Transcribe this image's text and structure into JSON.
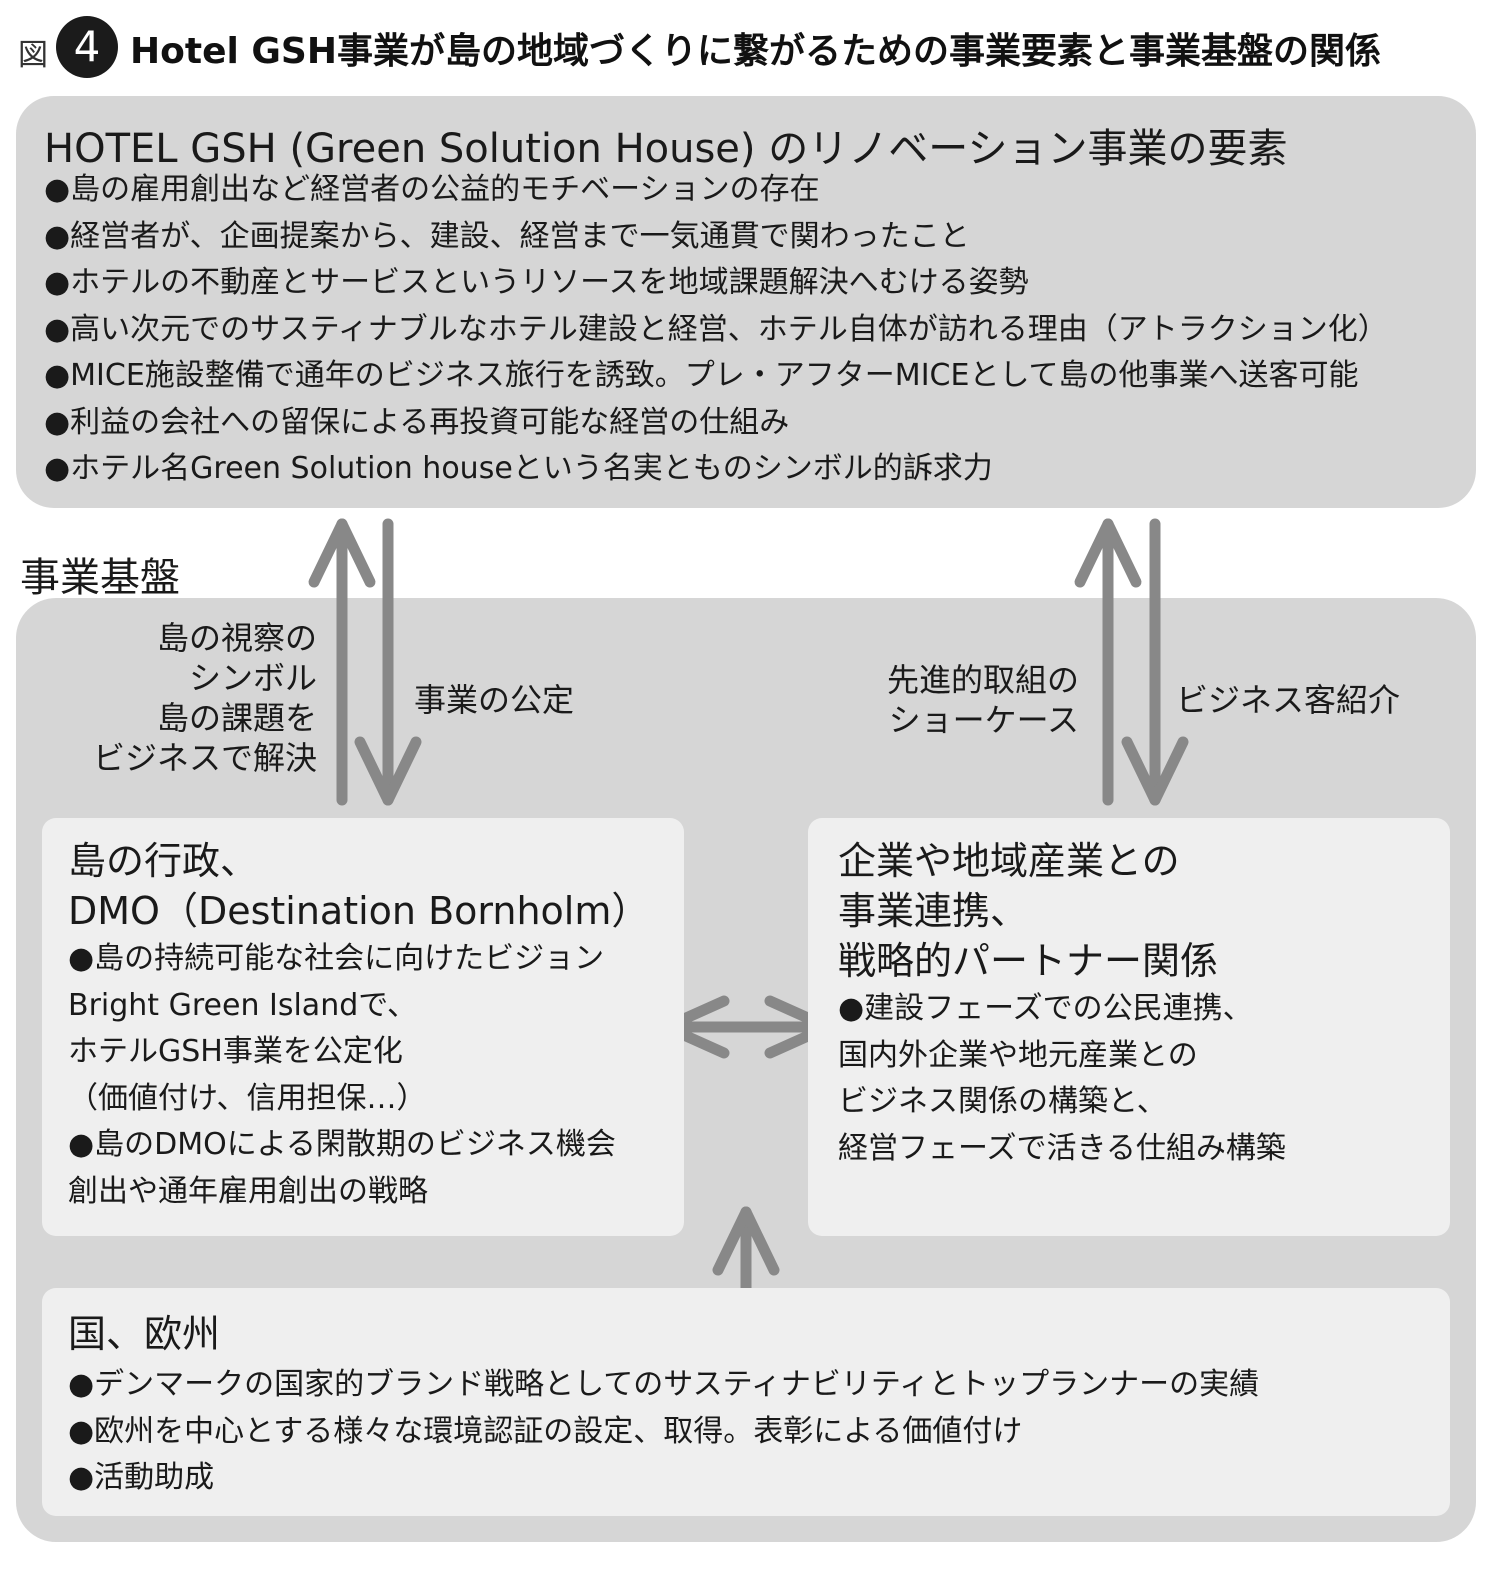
{
  "figure": {
    "label": "図",
    "number": "4",
    "title": "Hotel GSH事業が島の地域づくりに繋がるための事業要素と事業基盤の関係"
  },
  "renovation": {
    "heading": "HOTEL GSH (Green Solution House) のリノベーション事業の要素",
    "items": [
      "●島の雇用創出など経営者の公益的モチベーションの存在",
      "●経営者が、企画提案から、建設、経営まで一気通貫で関わったこと",
      "●ホテルの不動産とサービスというリソースを地域課題解決へむける姿勢",
      "●高い次元でのサスティナブルなホテル建設と経営、ホテル自体が訪れる理由（アトラクション化）",
      "●MICE施設整備で通年のビジネス旅行を誘致。プレ・アフターMICEとして島の他事業へ送客可能",
      "●利益の会社への留保による再投資可能な経営の仕組み",
      "●ホテル名Green Solution houseという名実とものシンボル的訴求力"
    ]
  },
  "foundation": {
    "label": "事業基盤",
    "local_gov": {
      "title": [
        "島の行政、",
        "DMO（Destination Bornholm）"
      ],
      "lines": [
        "●島の持続可能な社会に向けたビジョン",
        "Bright Green Islandで、",
        "ホテルGSH事業を公定化",
        "（価値付け、信用担保…）",
        "●島のDMOによる閑散期のビジネス機会",
        "創出や通年雇用創出の戦略"
      ]
    },
    "business": {
      "title": [
        "企業や地域産業との",
        "事業連携、",
        "戦略的パートナー関係"
      ],
      "lines": [
        "●建設フェーズでの公民連携、",
        "国内外企業や地元産業との",
        "ビジネス関係の構築と、",
        "経営フェーズで活きる仕組み構築"
      ]
    },
    "nation": {
      "title": "国、欧州",
      "lines": [
        "●デンマークの国家的ブランド戦略としてのサスティナビリティとトップランナーの実績",
        "●欧州を中心とする様々な環境認証の設定、取得。表彰による価値付け",
        "●活動助成"
      ]
    }
  },
  "flows": {
    "left_up": [
      "島の視察の",
      "シンボル",
      "島の課題を",
      "ビジネスで解決"
    ],
    "left_down": "事業の公定",
    "right_up": [
      "先進的取組の",
      "ショーケース"
    ],
    "right_down": "ビジネス客紹介"
  },
  "colors": {
    "panel": "#d6d6d6",
    "card": "#efefef",
    "arrow": "#888888",
    "figure_badge": "#1b1b1b"
  }
}
